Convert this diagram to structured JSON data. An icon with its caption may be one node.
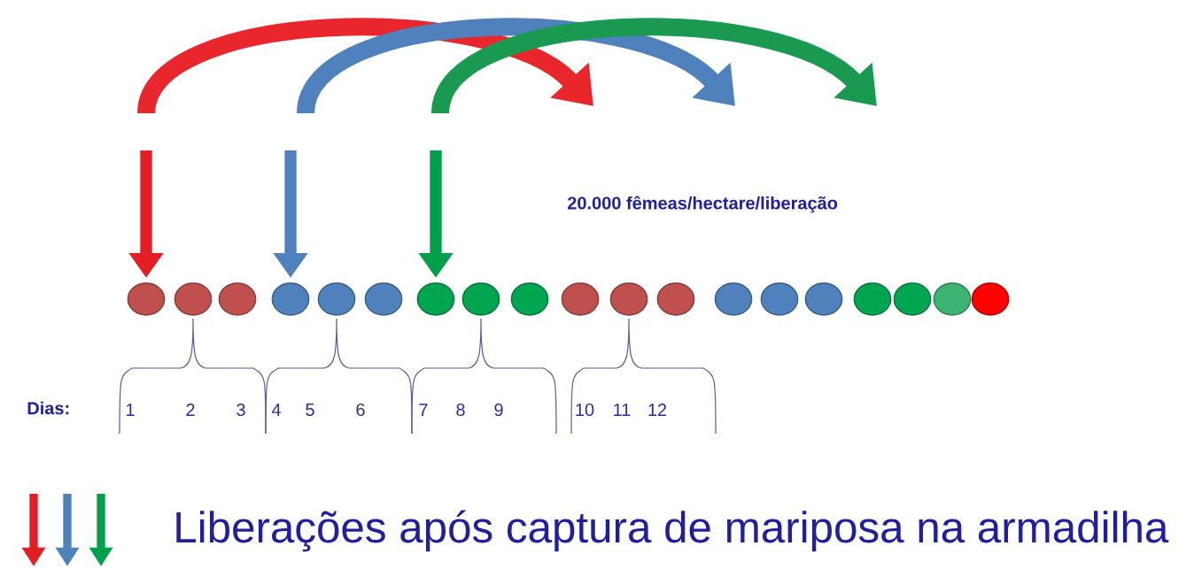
{
  "diagram": {
    "nodes": [
      {
        "text": [],
        "shape": "circle"
      },
      {
        "text": [],
        "shape": "circle"
      },
      {
        "text": [],
        "shape": "circle"
      },
      {
        "text": [],
        "shape": "circle"
      },
      {
        "text": [],
        "shape": "circle"
      },
      {
        "text": [],
        "shape": "circle"
      },
      {
        "text": [],
        "shape": "circle"
      },
      {
        "text": [],
        "shape": "circle"
      },
      {
        "text": [],
        "shape": "circle"
      },
      {
        "text": [],
        "shape": "circle"
      },
      {
        "text": [],
        "shape": "circle"
      },
      {
        "text": [],
        "shape": "circle"
      },
      {
        "text": [],
        "shape": "circle"
      },
      {
        "text": [],
        "shape": "circle"
      },
      {
        "text": [],
        "shape": "circle"
      },
      {
        "text": [],
        "shape": "circle"
      },
      {
        "text": [],
        "shape": "circle"
      },
      {
        "text": [],
        "shape": "circle"
      },
      {
        "text": [],
        "shape": "circle"
      }
    ],
    "edges": [
      {
        "from": null,
        "to": 0,
        "arrow": "to",
        "color": "#e31e24"
      },
      {
        "from": null,
        "to": 3,
        "arrow": "to",
        "color": "#4f81bd"
      },
      {
        "from": null,
        "to": 6,
        "arrow": "to",
        "color": "#00a04a"
      }
    ],
    "labels": [
      "20.000 fêmeas/hectare/liberação",
      "Dias:",
      "1",
      "2",
      "3",
      "4",
      "5",
      "6",
      "7",
      "8",
      "9",
      "10",
      "11",
      "12"
    ],
    "legend": [
      {
        "text": "Liberações após captura de mariposa na armadilha"
      }
    ]
  }
}
